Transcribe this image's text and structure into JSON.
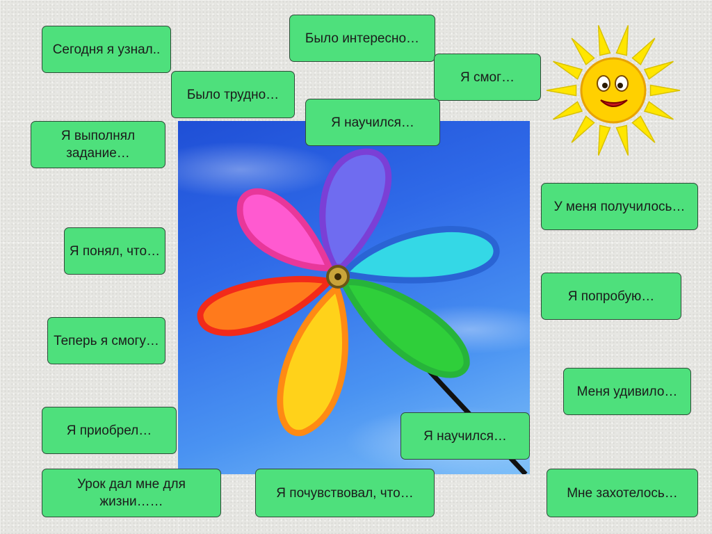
{
  "phrases": {
    "p1": "Сегодня я узнал..",
    "p2": "Было интересно…",
    "p3": "Было трудно…",
    "p4": "Я смог…",
    "p5": "Я научился…",
    "p6": "Я выполнял задание…",
    "p7": "У меня получилось…",
    "p8": "Я понял, что…",
    "p9": "Я попробую…",
    "p10": "Теперь я смогу…",
    "p11": "Меня удивило…",
    "p12": "Я приобрел…",
    "p13": "Я научился…",
    "p14": "Урок дал мне для жизни……",
    "p15": "Я почувствовал, что…",
    "p16": "Мне захотелось…"
  },
  "images": {
    "pinwheel": "pinwheel-flower-photo",
    "sun": "smiling-sun-icon"
  },
  "colors": {
    "box_fill": "#4ee07c",
    "box_border": "#2f4a38",
    "sky": "#2f6ae8",
    "petals": [
      "#6f6cf0",
      "#34d8e6",
      "#2fcf3a",
      "#ffd21a",
      "#ff6a14",
      "#ff5ad0"
    ],
    "sun": "#ffe000"
  }
}
